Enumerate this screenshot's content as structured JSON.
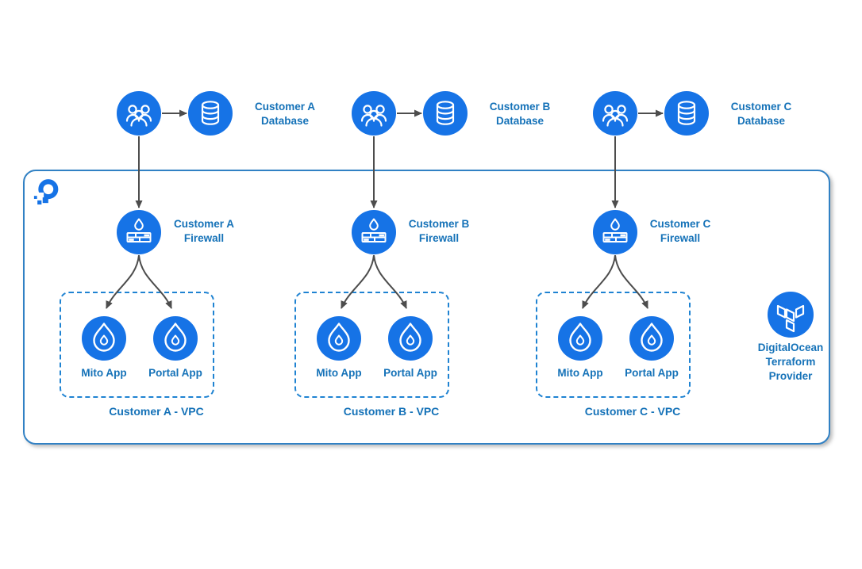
{
  "colors": {
    "node_fill": "#1673e6",
    "label_text": "#1572b8",
    "connector": "#4d4d4d",
    "vpc_border": "#1f83d2",
    "container_border": "#3181c4"
  },
  "customers": [
    {
      "name": "Customer A",
      "database_label": "Customer A\nDatabase",
      "firewall_label": "Customer A\nFirewall",
      "vpc_label": "Customer A - VPC",
      "apps": [
        "Mito App",
        "Portal App"
      ]
    },
    {
      "name": "Customer B",
      "database_label": "Customer B\nDatabase",
      "firewall_label": "Customer B\nFirewall",
      "vpc_label": "Customer B - VPC",
      "apps": [
        "Mito App",
        "Portal App"
      ]
    },
    {
      "name": "Customer C",
      "database_label": "Customer C\nDatabase",
      "firewall_label": "Customer C\nFirewall",
      "vpc_label": "Customer C - VPC",
      "apps": [
        "Mito App",
        "Portal App"
      ]
    }
  ],
  "provider": {
    "label": "DigitalOcean\nTerraform\nProvider"
  }
}
